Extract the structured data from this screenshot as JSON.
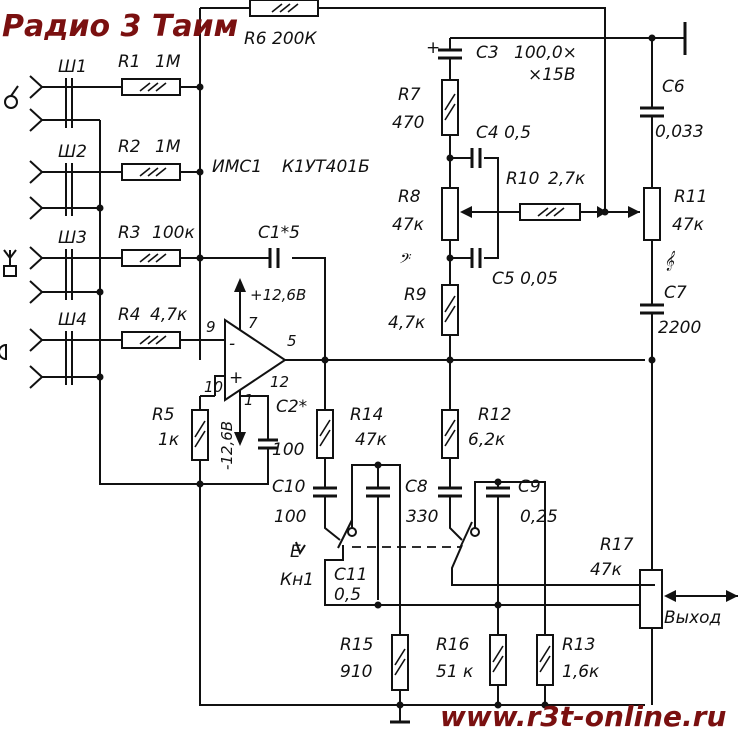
{
  "watermark": {
    "top": "Радио 3 Таим",
    "bottom": "www.r3t-online.ru",
    "color": "#7a1010"
  },
  "connectors": [
    "Ш1",
    "Ш2",
    "Ш3",
    "Ш4"
  ],
  "ic": {
    "name": "ИМС1",
    "type": "К1УТ401Б"
  },
  "supply": {
    "positive": "+12,6В",
    "negative": "-12,6В"
  },
  "pins": {
    "p9": "9",
    "p7": "7",
    "p5": "5",
    "p10": "10",
    "p1": "1",
    "p12": "12",
    "minus": "-",
    "plus": "+"
  },
  "resistors": {
    "r1": {
      "ref": "R1",
      "value": "1М"
    },
    "r2": {
      "ref": "R2",
      "value": "1М"
    },
    "r3": {
      "ref": "R3",
      "value": "100к"
    },
    "r4": {
      "ref": "R4",
      "value": "4,7к"
    },
    "r5": {
      "ref": "R5",
      "value": "1к"
    },
    "r6": {
      "ref": "R6",
      "value": "200К"
    },
    "r7": {
      "ref": "R7",
      "value": "470"
    },
    "r8": {
      "ref": "R8",
      "value": "47к"
    },
    "r9": {
      "ref": "R9",
      "value": "4,7к"
    },
    "r10": {
      "ref": "R10",
      "value": "2,7к"
    },
    "r11": {
      "ref": "R11",
      "value": "47к"
    },
    "r12": {
      "ref": "R12",
      "value": "6,2к"
    },
    "r13": {
      "ref": "R13",
      "value": "1,6к"
    },
    "r14": {
      "ref": "R14",
      "value": "47к"
    },
    "r15": {
      "ref": "R15",
      "value": "910"
    },
    "r16": {
      "ref": "R16",
      "value": "51 к"
    },
    "r17": {
      "ref": "R17",
      "value": "47к"
    }
  },
  "capacitors": {
    "c1": "С1*5",
    "c2": {
      "ref": "С2*",
      "value": "100"
    },
    "c3": {
      "ref": "С3",
      "value": "100,0×",
      "value2": "×15В",
      "polarity": "+"
    },
    "c4": "С4 0,5",
    "c5": "С5 0,05",
    "c6": {
      "ref": "С6",
      "value": "0,033"
    },
    "c7": {
      "ref": "С7",
      "value": "2200"
    },
    "c8": {
      "ref": "С8",
      "value": "330"
    },
    "c9": {
      "ref": "С9",
      "value": "0,25"
    },
    "c10": {
      "ref": "С10",
      "value": "100"
    },
    "c11": {
      "ref": "С11",
      "value": "0,5"
    }
  },
  "switch": {
    "ref": "Кн1",
    "e_mark": "E"
  },
  "output_label": "Выход",
  "clef_bass": "𝄢",
  "clef_treble": "𝄞",
  "icons": [
    "microphone-icon",
    "antenna-icon",
    "speaker-icon",
    "pickup-icon"
  ]
}
